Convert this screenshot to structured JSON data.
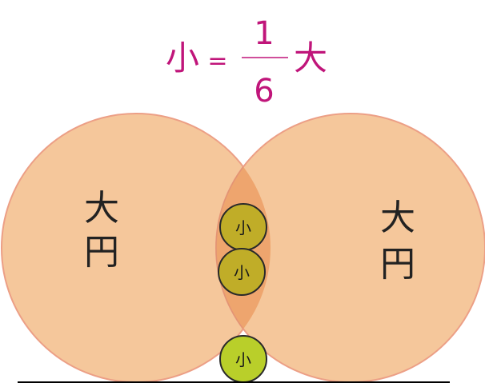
{
  "formula": {
    "left": "小",
    "equals": "=",
    "numerator": "1",
    "denominator": "6",
    "right": "大",
    "color": "#c0157a"
  },
  "circles": {
    "large_left": {
      "label_line1": "大",
      "label_line2": "円"
    },
    "large_right": {
      "label_line1": "大",
      "label_line2": "円"
    },
    "small_top": {
      "label": "小"
    },
    "small_middle": {
      "label": "小"
    },
    "small_bottom": {
      "label": "小"
    }
  },
  "colors": {
    "large_fill": "#f5c79b",
    "large_stroke": "#ec9f86",
    "overlap_fill": "#eea56e",
    "small_inside_fill": "#c0ad28",
    "small_bottom_fill": "#b9cf2a",
    "small_stroke": "#2a2a2a",
    "ground": "#000000"
  }
}
